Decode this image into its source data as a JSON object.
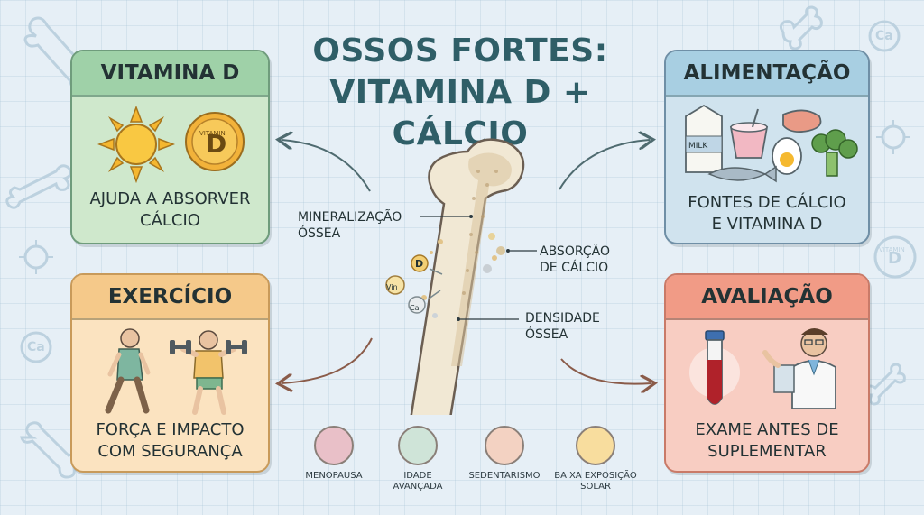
{
  "title": {
    "line1": "OSSOS FORTES:",
    "line2": "VITAMINA D + CÁLCIO"
  },
  "cards": {
    "vitamin_d": {
      "header": "VITAMINA D",
      "caption1": "AJUDA A ABSORVER",
      "caption2": "CÁLCIO",
      "badge_small": "VITAMIN",
      "badge_letter": "D"
    },
    "food": {
      "header": "ALIMENTAÇÃO",
      "caption1": "FONTES DE CÁLCIO",
      "caption2": "E VITAMINA D",
      "milk_label": "MILK"
    },
    "exercise": {
      "header": "EXERCÍCIO",
      "caption1": "FORÇA E IMPACTO",
      "caption2": "COM SEGURANÇA"
    },
    "assessment": {
      "header": "AVALIAÇÃO",
      "caption1": "EXAME ANTES DE",
      "caption2": "SUPLEMENTAR"
    }
  },
  "bone_labels": {
    "mineralization1": "MINERALIZAÇÃO",
    "mineralization2": "ÓSSEA",
    "absorption1": "ABSORÇÃO",
    "absorption2": "DE CÁLCIO",
    "density1": "DENSIDADE",
    "density2": "ÓSSEA"
  },
  "particles": {
    "d": "D",
    "vit": "Vin",
    "ca": "Ca"
  },
  "risks": [
    {
      "label1": "MENOPAUSA",
      "label2": ""
    },
    {
      "label1": "IDADE",
      "label2": "AVANÇADA"
    },
    {
      "label1": "SEDENTARISMO",
      "label2": ""
    },
    {
      "label1": "BAIXA EXPOSIÇÃO",
      "label2": "SOLAR"
    }
  ],
  "decor": {
    "ca1": "Ca",
    "ca2": "Ca",
    "vitamin_small": "VITAMIN",
    "vitamin_d": "D"
  },
  "colors": {
    "title": "#2f5e67",
    "vitd": "#9fd1a8",
    "food": "#a8cfe2",
    "exercise": "#f5c98a",
    "assessment": "#f19b86"
  }
}
